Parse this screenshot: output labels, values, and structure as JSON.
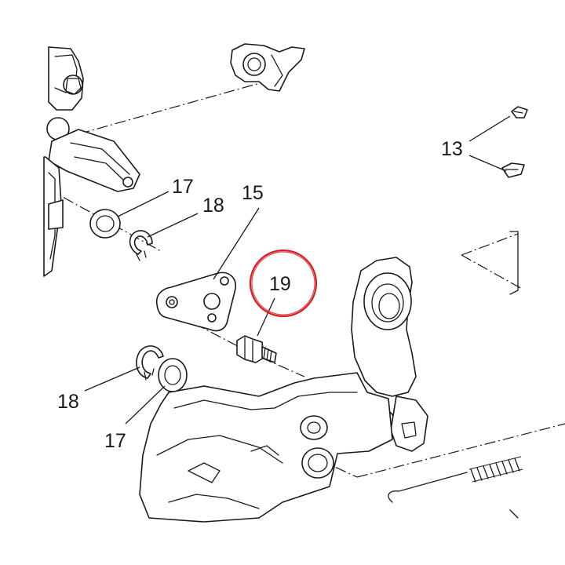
{
  "labels": {
    "l13": "13",
    "l15": "15",
    "l17_top": "17",
    "l18_top": "18",
    "l19": "19",
    "l18_bottom": "18",
    "l17_bottom": "17"
  },
  "highlight": {
    "part_number": "19",
    "ring_color": "#d42027"
  },
  "colors": {
    "line": "#1a1a1a",
    "background": "#ffffff"
  }
}
